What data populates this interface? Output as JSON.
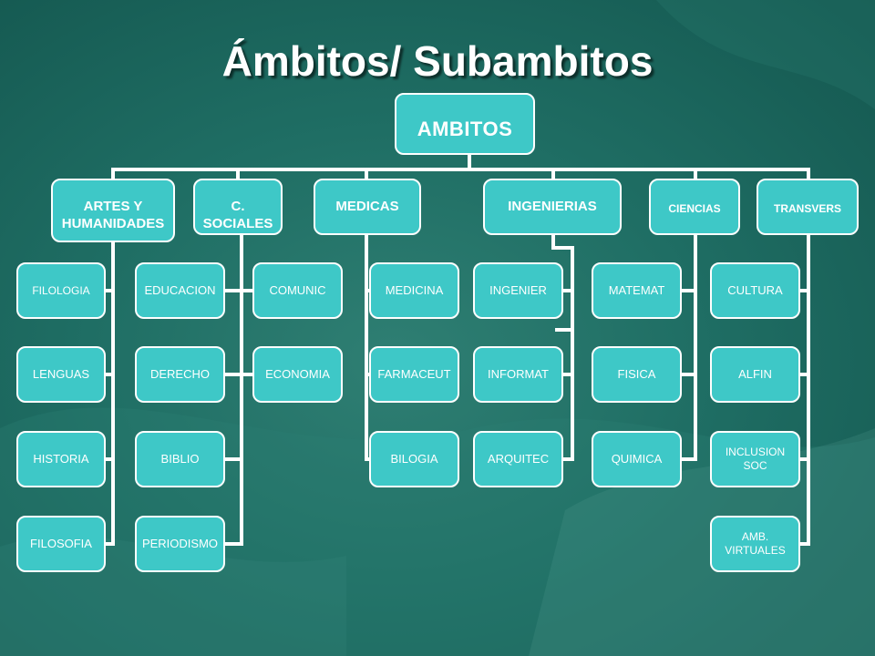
{
  "title": "Ámbitos/ Subambitos",
  "root": "AMBITOS",
  "categories": [
    {
      "label": "ARTES Y\nHUMANIDADES"
    },
    {
      "label": "C.\nSOCIALES"
    },
    {
      "label": "MEDICAS"
    },
    {
      "label": "INGENIERIAS"
    },
    {
      "label": "CIENCIAS"
    },
    {
      "label": "TRANSVERS"
    }
  ],
  "subareas": {
    "artes": [
      "FILOLOGIA",
      "LENGUAS",
      "HISTORIA",
      "FILOSOFIA"
    ],
    "sociales_left": [
      "EDUCACION",
      "DERECHO",
      "BIBLIO",
      "PERIODISMO"
    ],
    "sociales_right": [
      "COMUNIC",
      "ECONOMIA"
    ],
    "medicas": [
      "MEDICINA",
      "FARMACEUT",
      "BILOGIA"
    ],
    "ingenierias": [
      "INGENIER",
      "INFORMAT",
      "ARQUITEC"
    ],
    "ciencias": [
      "MATEMAT",
      "FISICA",
      "QUIMICA"
    ],
    "transvers": [
      "CULTURA",
      "ALFIN",
      "INCLUSION\nSOC",
      "AMB.\nVIRTUALES"
    ]
  },
  "colors": {
    "node_fill": "#3ec8c7",
    "node_border": "#ffffff",
    "background": "#1f6e64"
  }
}
